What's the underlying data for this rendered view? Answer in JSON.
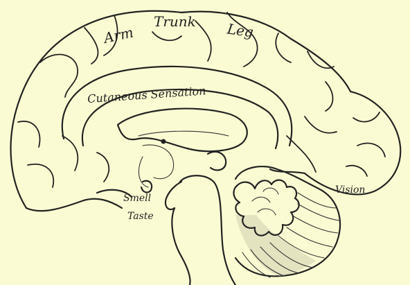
{
  "labels": {
    "arm": "Arm",
    "trunk": "Trunk",
    "leg": "Leg",
    "cutaneous": "Cutaneous Sensation",
    "smell": "Smell",
    "taste": "Taste",
    "vision": "Vision"
  },
  "colors": {
    "background": "#fbfbd3",
    "ink": "#222222"
  }
}
